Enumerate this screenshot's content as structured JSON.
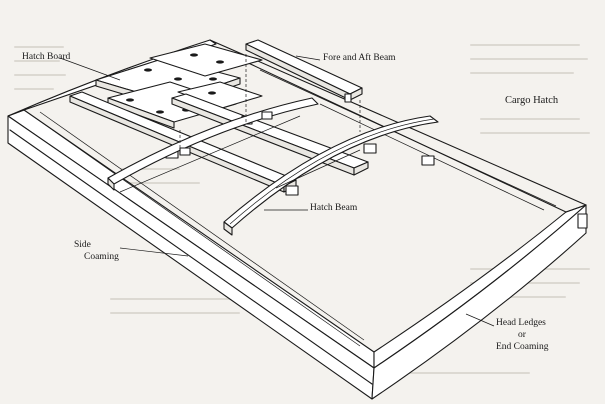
{
  "title": "Cargo Hatch",
  "labels": {
    "hatch_board": "Hatch Board",
    "fore_aft_beam": "Fore and Aft Beam",
    "hatch_beam": "Hatch Beam",
    "side_coaming_line1": "Side",
    "side_coaming_line2": "Coaming",
    "head_ledges_line1": "Head Ledges",
    "head_ledges_line2": "or",
    "head_ledges_line3": "End Coaming"
  },
  "colors": {
    "ink": "#1a1a1a",
    "paper": "#f4f2ee",
    "bleed_through": "#dcd9d2"
  }
}
